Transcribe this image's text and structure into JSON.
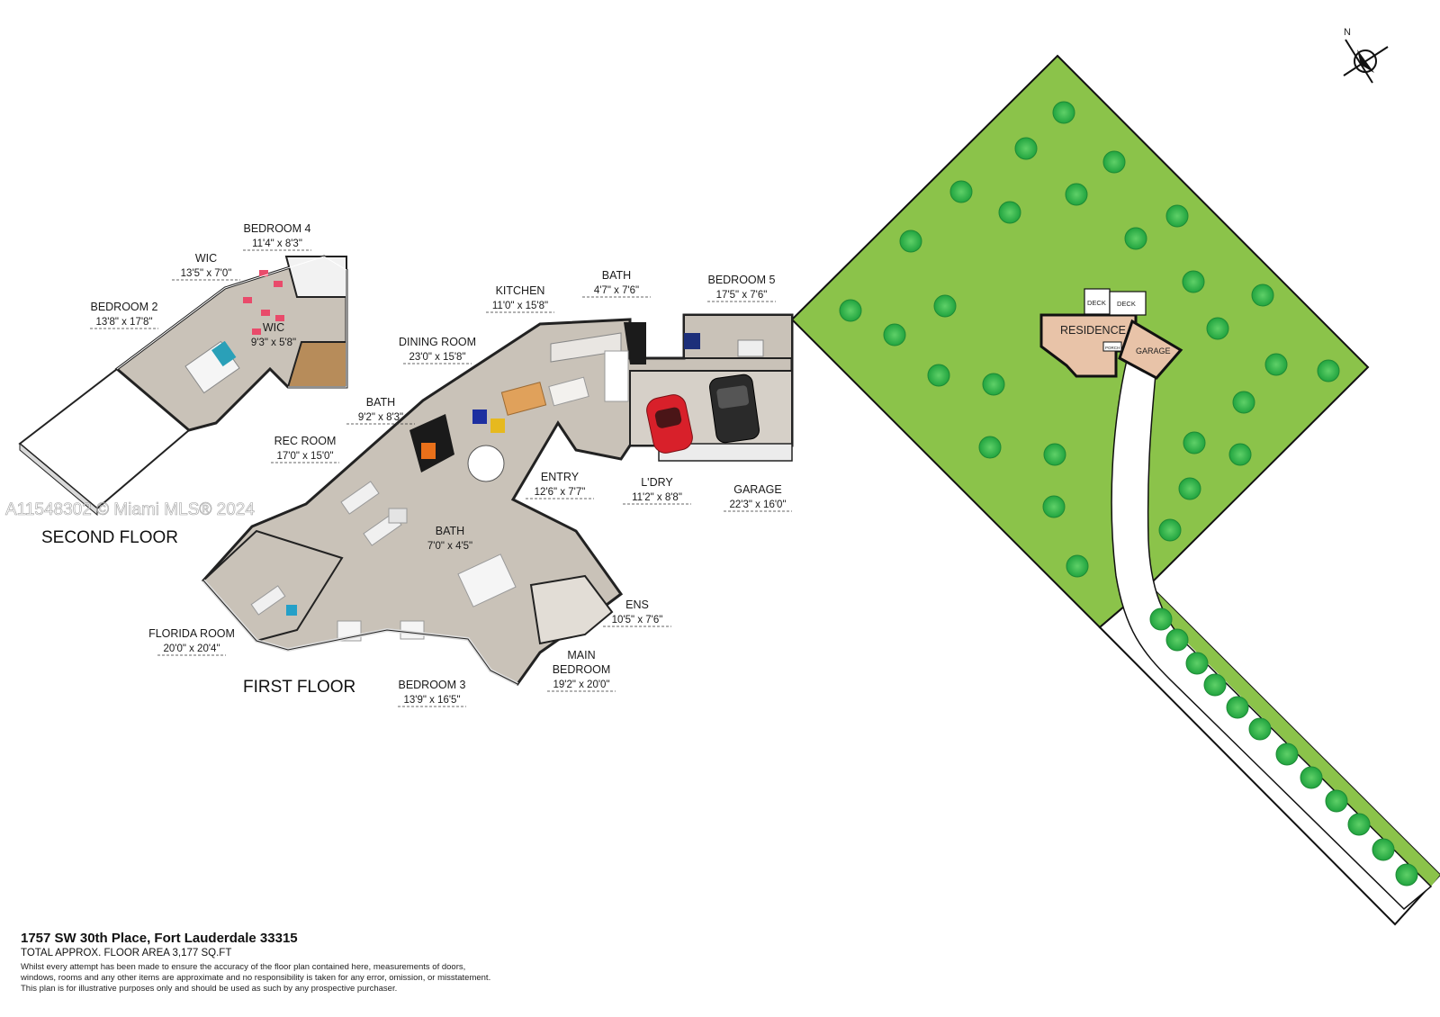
{
  "watermark": "A11548302 © Miami MLS® 2024",
  "floors": {
    "second": "SECOND FLOOR",
    "first": "FIRST FLOOR"
  },
  "rooms": [
    {
      "id": "bedroom4",
      "name": "BEDROOM 4",
      "dims": "11'4\" x 8'3\""
    },
    {
      "id": "wic",
      "name": "WIC",
      "dims": "13'5\" x 7'0\""
    },
    {
      "id": "wic2",
      "name": "WIC",
      "dims": "9'3\" x 5'8\""
    },
    {
      "id": "bedroom2",
      "name": "BEDROOM 2",
      "dims": "13'8\" x 17'8\""
    },
    {
      "id": "bath2",
      "name": "BATH",
      "dims": "9'2\" x 8'3\""
    },
    {
      "id": "kitchen",
      "name": "KITCHEN",
      "dims": "11'0\" x 15'8\""
    },
    {
      "id": "bath",
      "name": "BATH",
      "dims": "4'7\" x 7'6\""
    },
    {
      "id": "bedroom5",
      "name": "BEDROOM 5",
      "dims": "17'5\" x 7'6\""
    },
    {
      "id": "dining",
      "name": "DINING ROOM",
      "dims": "23'0\" x 15'8\""
    },
    {
      "id": "rec",
      "name": "REC ROOM",
      "dims": "17'0\" x 15'0\""
    },
    {
      "id": "entry",
      "name": "ENTRY",
      "dims": "12'6\" x 7'7\""
    },
    {
      "id": "ldry",
      "name": "L'DRY",
      "dims": "11'2\" x 8'8\""
    },
    {
      "id": "garage",
      "name": "GARAGE",
      "dims": "22'3\" x 16'0\""
    },
    {
      "id": "bath3",
      "name": "BATH",
      "dims": "7'0\" x 4'5\""
    },
    {
      "id": "ens",
      "name": "ENS",
      "dims": "10'5\" x 7'6\""
    },
    {
      "id": "florida",
      "name": "FLORIDA ROOM",
      "dims": "20'0\" x 20'4\""
    },
    {
      "id": "mainbed",
      "name": "MAIN BEDROOM",
      "name_lines": [
        "MAIN",
        "BEDROOM"
      ],
      "dims": "19'2\" x 20'0\""
    },
    {
      "id": "bedroom3",
      "name": "BEDROOM 3",
      "dims": "13'9\" x 16'5\""
    }
  ],
  "site": {
    "north": "N",
    "residence": "RESIDENCE",
    "garage": "GARAGE",
    "deck1": "DECK",
    "deck2": "DECK",
    "porch": "PORCH"
  },
  "colors": {
    "lawn": "#8bc34a",
    "tree": "#2fb84a",
    "building": "#e8c3a8",
    "floor_wood": "#c9c2b8",
    "wall": "#ffffff",
    "wall_top": "#222222"
  },
  "footer": {
    "address": "1757 SW 30th Place, Fort Lauderdale 33315",
    "area": "TOTAL APPROX. FLOOR AREA 3,177 SQ.FT",
    "disclaimer": [
      "Whilst every attempt has been made to ensure the accuracy of the floor plan contained here, measurements of doors,",
      "windows, rooms and any other items are approximate and no responsibility is taken for any error, omission, or misstatement.",
      "This plan is for illustrative purposes only and should be used as such by any prospective purchaser."
    ]
  }
}
